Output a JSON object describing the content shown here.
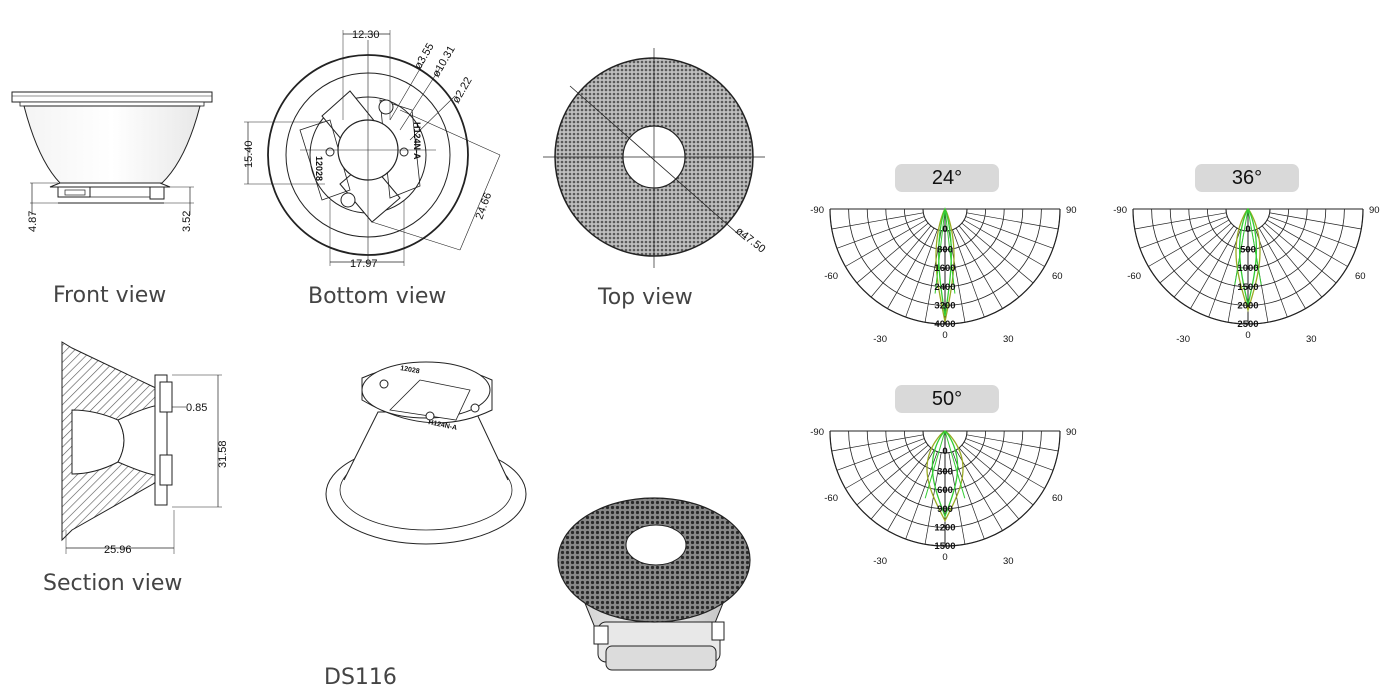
{
  "labels": {
    "front": "Front view",
    "bottom": "Bottom view",
    "top": "Top view",
    "section": "Section view",
    "model": "DS116"
  },
  "front": {
    "dims": {
      "left": "4.87",
      "right": "3.52"
    }
  },
  "bottom": {
    "dims": {
      "top": "12.30",
      "hole": "ø3.55",
      "dia1": "ø10.31",
      "dia2": "ø2.22",
      "height": "15.40",
      "diag": "24.66",
      "width": "17.97"
    },
    "marks": {
      "m1": "H124N-A",
      "m2": "12028"
    }
  },
  "top": {
    "dims": {
      "dia": "ø47.50"
    }
  },
  "section": {
    "dims": {
      "d1": "0.85",
      "height": "31.58",
      "width": "25.96"
    }
  },
  "render": {
    "marks": {
      "m1": "12028",
      "m2": "H124N-A"
    }
  },
  "angles": {
    "left": "-90",
    "right": "90",
    "l60": "-60",
    "r60": "60",
    "l30": "-30",
    "r30": "30",
    "zero": "0"
  },
  "polars": [
    {
      "title": "24°",
      "rings": [
        "0",
        "800",
        "1600",
        "2400",
        "3200",
        "4000"
      ]
    },
    {
      "title": "36°",
      "rings": [
        "0",
        "500",
        "1000",
        "1500",
        "2000",
        "2500"
      ]
    },
    {
      "title": "50°",
      "rings": [
        "0",
        "300",
        "600",
        "900",
        "1200",
        "1500"
      ]
    }
  ],
  "colors": {
    "curve_green": "#33cc33",
    "curve_olive": "#99aa22",
    "label_bg": "#d9d9d9",
    "hatch": "#555555"
  }
}
